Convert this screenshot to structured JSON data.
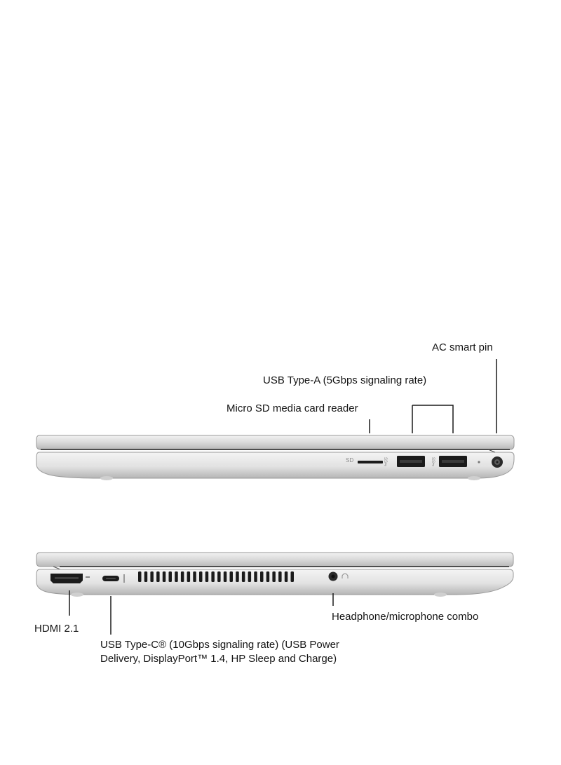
{
  "right_side": {
    "labels": {
      "ac_pin": "AC smart pin",
      "usb_a": "USB Type-A (5Gbps signaling rate)",
      "sd_reader": "Micro SD media card reader"
    },
    "port_markings": {
      "sd": "SD",
      "usb_a_1": "SS⇋",
      "usb_a_2": "SS⇋"
    }
  },
  "left_side": {
    "labels": {
      "hdmi": "HDMI 2.1",
      "usb_c_line1": "USB Type-C® (10Gbps signaling rate) (USB Power",
      "usb_c_line2": "Delivery, DisplayPort™ 1.4, HP Sleep and Charge)",
      "audio": "Headphone/microphone combo"
    }
  },
  "colors": {
    "chassis_light": "#e4e4e4",
    "chassis_mid": "#c9c9c9",
    "chassis_dark": "#8a8a8a",
    "port_black": "#1b1b1b"
  }
}
